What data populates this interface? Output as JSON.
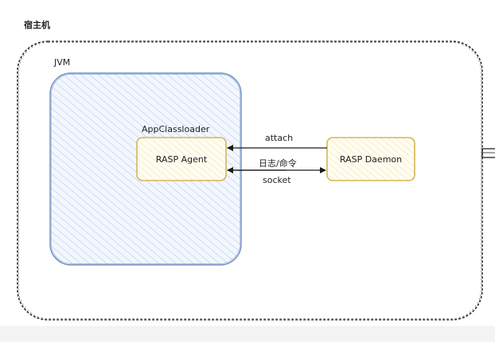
{
  "host": {
    "title": "宿主机"
  },
  "jvm": {
    "title": "JVM"
  },
  "loader": {
    "title": "AppClassloader"
  },
  "agent": {
    "label": "RASP Agent"
  },
  "daemon": {
    "label": "RASP Daemon"
  },
  "edges": {
    "attach": "attach",
    "log_command": "日志/命令",
    "socket": "socket"
  },
  "colors": {
    "jvm_fill": "#dae8fc",
    "jvm_stroke": "#6c8ebf",
    "box_fill": "#fff2cc",
    "box_stroke": "#d6b656",
    "line": "#1a1a1a"
  }
}
